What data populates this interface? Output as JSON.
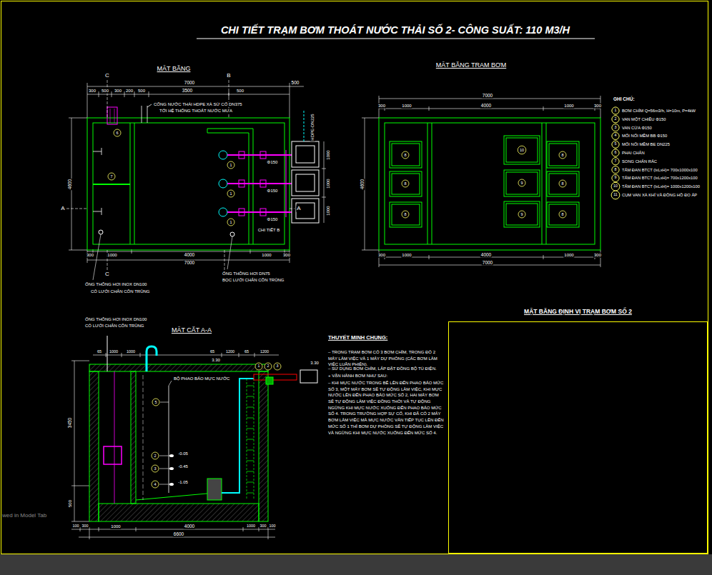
{
  "diagram": {
    "title": "CHI TIẾT TRẠM BƠM THOÁT NƯỚC THẢI SỐ 2- CÔNG SUẤT: 110 M3/H",
    "nodes": [
      {
        "text": [
          "MẶT BẰNG ĐỊNH VỊ TRẠM BƠM SỐ 2"
        ]
      }
    ],
    "labels": [
      "MẶT BẰNG",
      "MẶT BẰNG TRẠM BƠM",
      "MẶT CẮT A-A",
      "THUYẾT MINH CHUNG:",
      "– TRONG TRẠM BƠM CÓ 3 BƠM CHÌM, TRONG ĐÓ 2 MÁY LÀM VIỆC VÀ 1 MÁY DỰ PHÒNG (CÁC BƠM LÀM VIỆC LUÂN PHIÊN).",
      "– SỬ DỤNG BƠM CHÌM, LẮP ĐẶT ĐỒNG BỘ TỦ ĐIỆN.",
      "+ VẬN HÀNH BƠM NHƯ SAU:",
      "– KHI MỰC NƯỚC TRONG BỂ LÊN ĐẾN PHAO BÁO MỨC SỐ 3, MỘT MÁY BƠM SẼ TỰ ĐỘNG LÀM VIỆC, KHI MỰC NƯỚC LÊN ĐẾN PHAO BÁO MỨC SỐ 2, HAI MÁY BƠM SẼ TỰ ĐỘNG LÀM VIỆC ĐỒNG THỜI VÀ TỰ ĐỘNG NGỪNG KHI MỰC NƯỚC XUỐNG ĐẾN PHAO BÁO MỨC SỐ 4. TRONG TRƯỜNG HỢP SỰ CỐ, KHI ĐÃ CÓ 2 MÁY BƠM LÀM VIỆC MÀ MỰC NƯỚC VẪN TIẾP TỤC LÊN ĐẾN MỨC SỐ 1 THÌ BƠM DỰ PHÒNG SẼ TỰ ĐỘNG LÀM VIỆC VÀ NGỪNG KHI MỰC NƯỚC XUỐNG ĐẾN MỨC SỐ 4.",
      "GHI CHÚ:",
      "1",
      "2",
      "3",
      "4",
      "5",
      "6",
      "7",
      "8",
      "9",
      "10",
      "11",
      "7000",
      "500",
      "300",
      "500",
      "300",
      "200",
      "500",
      "3500",
      "500",
      "4600",
      "1000",
      "1000",
      "1000",
      "300",
      "1000",
      "4000",
      "1000",
      "300",
      "7000",
      "6",
      "7",
      "1",
      "1",
      "1",
      "Φ150",
      "Φ150",
      "Φ150",
      "CHI TIẾT B",
      "A",
      "A",
      "C",
      "C",
      "B",
      "B",
      "CỐNG NƯỚC THẢI HDPE XẢ SỬ CỐ DN375",
      "TỚI HỆ THỐNG THOÁT NƯỚC MƯA",
      "HDPE-DN225",
      "ỐNG THÔNG HƠI INOX DN100",
      "CÓ LƯỚI CHẮN CÔN TRÙNG",
      "ỐNG THÔNG HƠI DN75",
      "BỌC LƯỚI CHẮN CÔN TRÙNG",
      "7000",
      "300",
      "1000",
      "4000",
      "1000",
      "300",
      "300",
      "1000",
      "4000",
      "1000",
      "300",
      "7000",
      "4600",
      "8",
      "8",
      "8",
      "10",
      "9",
      "9",
      "8",
      "8",
      "8",
      "ỐNG THÔNG HƠI INOX DN100",
      "CÓ LƯỚI CHẮN CÔN TRÙNG",
      "BỘ PHAO BÁO MỰC NƯỚC",
      "5",
      "2",
      "3",
      "4",
      "-0.05",
      "-0.45",
      "-1.05",
      "3.30",
      "3.30",
      "3450",
      "500",
      "100",
      "300",
      "1000",
      "4000",
      "1000",
      "300",
      "100",
      "6600",
      "65",
      "1000",
      "1000",
      "65",
      "1200",
      "65",
      "1200",
      "1",
      "2",
      "3",
      "wed in Model Tab"
    ],
    "legend": [
      {
        "text": "BƠM CHÌM Q=56m3/h, H=10m, P=4kW"
      },
      {
        "text": "VAN MỘT CHIỀU Φ150"
      },
      {
        "text": "VAN CỬA Φ150"
      },
      {
        "text": "MỐI NỐI MỀM BB Φ150"
      },
      {
        "text": "MỐI NỐI MỀM BE DN225"
      },
      {
        "text": "PHAI CHẮN"
      },
      {
        "text": "SONG CHẮN RÁC"
      },
      {
        "text": "TẤM ĐAN BTCT (lxLxH)= 700x1000x100"
      },
      {
        "text": "TẤM ĐAN BTCT (lxLxH)= 700x1200x100"
      },
      {
        "text": "TẤM ĐAN BTCT (lxLxH)= 1000x1200x100"
      },
      {
        "text": "CỤM VAN XẢ KHÍ VÀ ĐỒNG HỒ ĐO ÁP"
      }
    ]
  }
}
